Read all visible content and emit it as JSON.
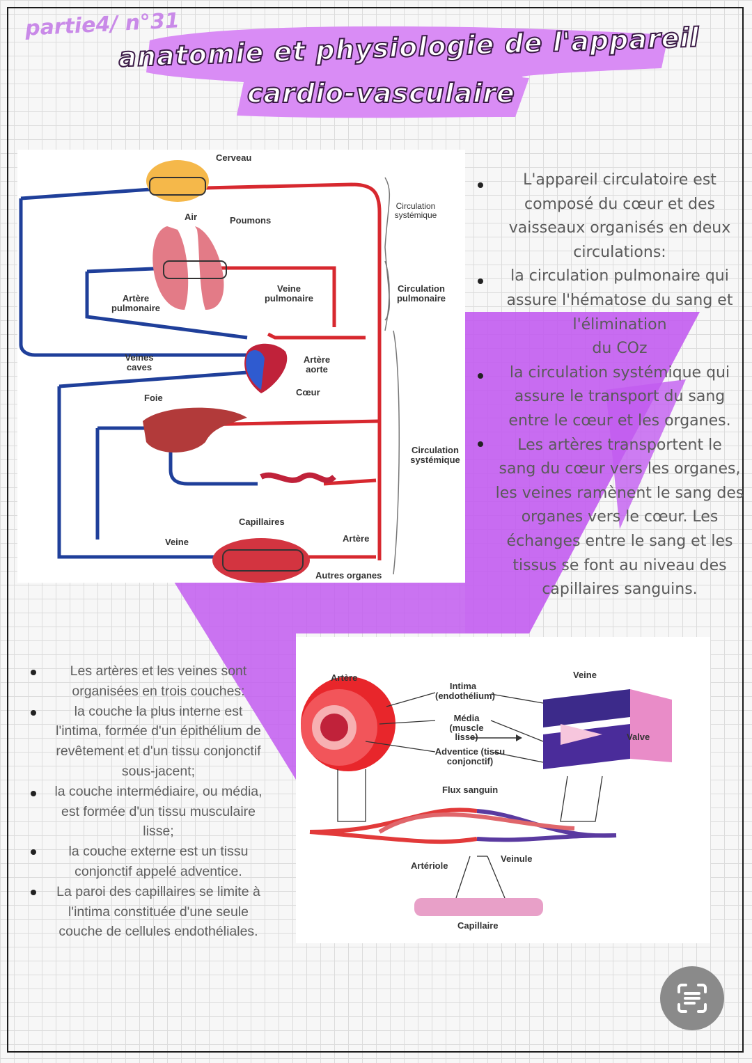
{
  "header": {
    "part_label": "partie4/ n°31",
    "title_line1": "anatomie et physiologie de l'appareil",
    "title_line2": "cardio-vasculaire"
  },
  "circulation_diagram": {
    "labels": {
      "cerveau": "Cerveau",
      "air": "Air",
      "poumons": "Poumons",
      "circ_systemique_top": "Circulation systémique",
      "circ_pulmonaire": "Circulation pulmonaire",
      "artere_pulmonaire": "Artère pulmonaire",
      "veine_pulmonaire": "Veine pulmonaire",
      "veines_caves": "Veines caves",
      "artere_aorte": "Artère aorte",
      "coeur": "Cœur",
      "foie": "Foie",
      "circ_systemique": "Circulation systémique",
      "capillaires": "Capillaires",
      "veine": "Veine",
      "artere": "Artère",
      "autres_organes": "Autres organes"
    }
  },
  "right_text": {
    "lines": [
      "L'appareil circulatoire est",
      "composé du cœur et des",
      "vaisseaux organisés en deux",
      "circulations:",
      "la circulation pulmonaire qui",
      "assure l'hématose du sang et",
      "l'élimination",
      "du COz",
      "la circulation systémique qui",
      "assure le transport du sang",
      "entre le cœur et les organes.",
      "Les artères transportent le",
      "sang du cœur vers les organes,",
      "les veines ramènent le sang des",
      "organes vers le cœur. Les",
      "échanges entre le sang et les",
      "tissus se font au niveau des",
      "capillaires sanguins."
    ]
  },
  "vessel_diagram": {
    "labels": {
      "artere": "Artère",
      "veine": "Veine",
      "intima": "Intima (endothélium)",
      "media": "Média (muscle lisse)",
      "adventice": "Adventice (tissu conjonctif)",
      "valve": "Valve",
      "flux": "Flux sanguin",
      "arteriole": "Artériole",
      "veinule": "Veinule",
      "capillaire": "Capillaire"
    }
  },
  "left_text": {
    "lines": [
      "Les artères et les veines sont",
      "organisées en trois couches:",
      "la couche la plus interne est",
      "l'intima, formée d'un épithélium de",
      "revêtement et d'un tissu conjonctif",
      "sous-jacent;",
      "la couche intermédiaire, ou média,",
      "est formée d'un tissu musculaire",
      "lisse;",
      "la couche externe est un tissu",
      "conjonctif appelé adventice.",
      "La paroi des capillaires se limite à",
      "l'intima constituée d'une seule",
      "couche de cellules endothéliales."
    ]
  },
  "colors": {
    "purple_accent": "#c25cf0",
    "highlight": "#d98cf5",
    "artery_red": "#d7282f",
    "vein_blue": "#1f3f9a"
  }
}
